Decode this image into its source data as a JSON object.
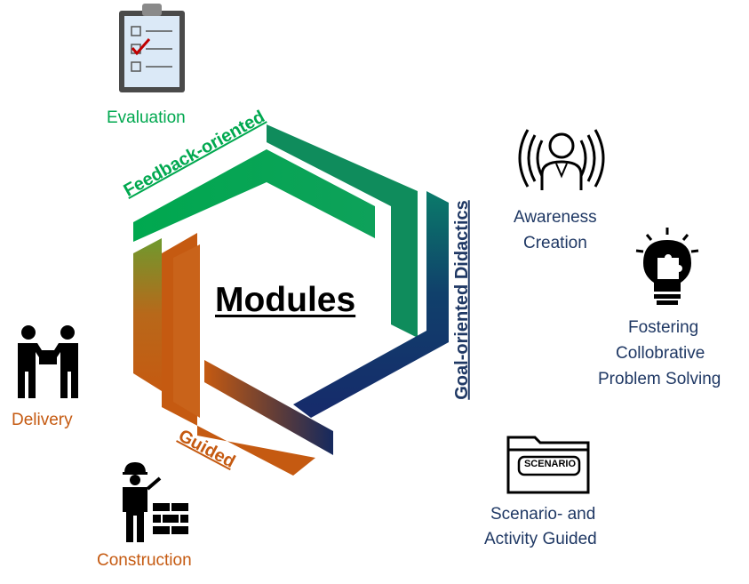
{
  "diagram": {
    "center_title": "Modules",
    "sides": {
      "top": "Feedback-oriented",
      "right": "Goal-oriented Didactics",
      "bottom": "Guided"
    },
    "items": {
      "evaluation": "Evaluation",
      "awareness": [
        "Awareness",
        "Creation"
      ],
      "fostering": [
        "Fostering",
        "Collobrative",
        "Problem Solving"
      ],
      "delivery": "Delivery",
      "construction": "Construction",
      "scenario": [
        "Scenario- and",
        "Activity Guided"
      ],
      "scenario_badge": "SCENARIO"
    },
    "icons": [
      "clipboard-checklist-icon",
      "person-broadcast-icon",
      "lightbulb-puzzle-icon",
      "delivery-handover-icon",
      "construction-worker-icon",
      "scenario-folder-icon"
    ],
    "colors": {
      "green": "#00a84f",
      "orange": "#c55a11",
      "navy": "#1f3864",
      "teal": "#0b6e6e"
    }
  }
}
